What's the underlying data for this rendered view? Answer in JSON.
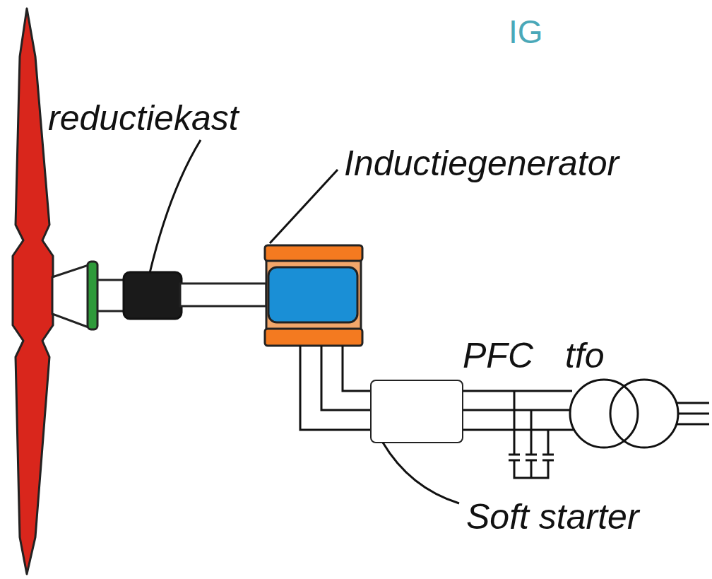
{
  "diagram": {
    "labels": [
      "IG",
      "reductiekast",
      "Inductiegenerator",
      "PFC",
      "tfo",
      "Soft starter"
    ]
  }
}
